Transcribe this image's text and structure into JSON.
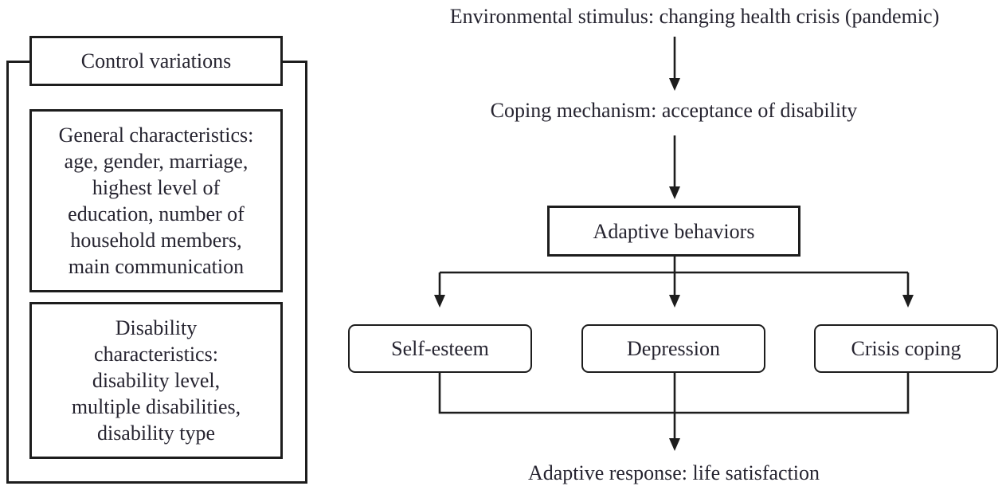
{
  "left_panel": {
    "title": "Control variations",
    "general_characteristics_lines": [
      "General characteristics:",
      "age, gender, marriage,",
      "highest level of",
      "education, number of",
      "household members,",
      "main communication"
    ],
    "disability_characteristics_lines": [
      "Disability",
      "characteristics:",
      "disability level,",
      "multiple disabilities,",
      "disability type"
    ]
  },
  "flow": {
    "environmental_stimulus": "Environmental stimulus: changing health crisis (pandemic)",
    "coping_mechanism": "Coping mechanism: acceptance of disability",
    "adaptive_behaviors": "Adaptive behaviors",
    "mediators": [
      "Self-esteem",
      "Depression",
      "Crisis coping"
    ],
    "adaptive_response": "Adaptive response: life satisfaction"
  },
  "colors": {
    "line": "#1d1d1d",
    "text": "#262430",
    "background": "#ffffff"
  }
}
